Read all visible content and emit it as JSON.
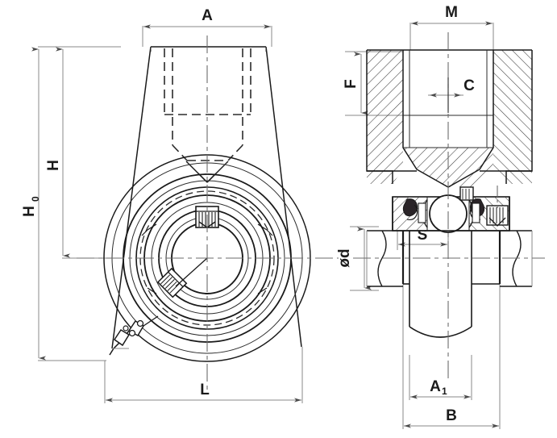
{
  "drawing": {
    "type": "engineering-drawing",
    "subject": "hanger-bearing-unit",
    "views": [
      {
        "name": "front-view",
        "label": ""
      },
      {
        "name": "section-view",
        "label": ""
      }
    ],
    "line_colors": {
      "outline": "#1a1a1a",
      "thin": "#2b2b2b",
      "dimension": "#8a8a8a",
      "center": "#6b6b6b",
      "hatch": "#3a3a3a",
      "background": "#ffffff"
    }
  },
  "dimensions": {
    "front": {
      "a": "A",
      "h": "H",
      "h0": "H",
      "h0_sub": "0",
      "l": "L"
    },
    "section": {
      "m": "M",
      "f": "F",
      "c": "C",
      "s": "S",
      "phi_d": "ød",
      "a1": "A",
      "a1_sub": "1",
      "b": "B"
    }
  }
}
